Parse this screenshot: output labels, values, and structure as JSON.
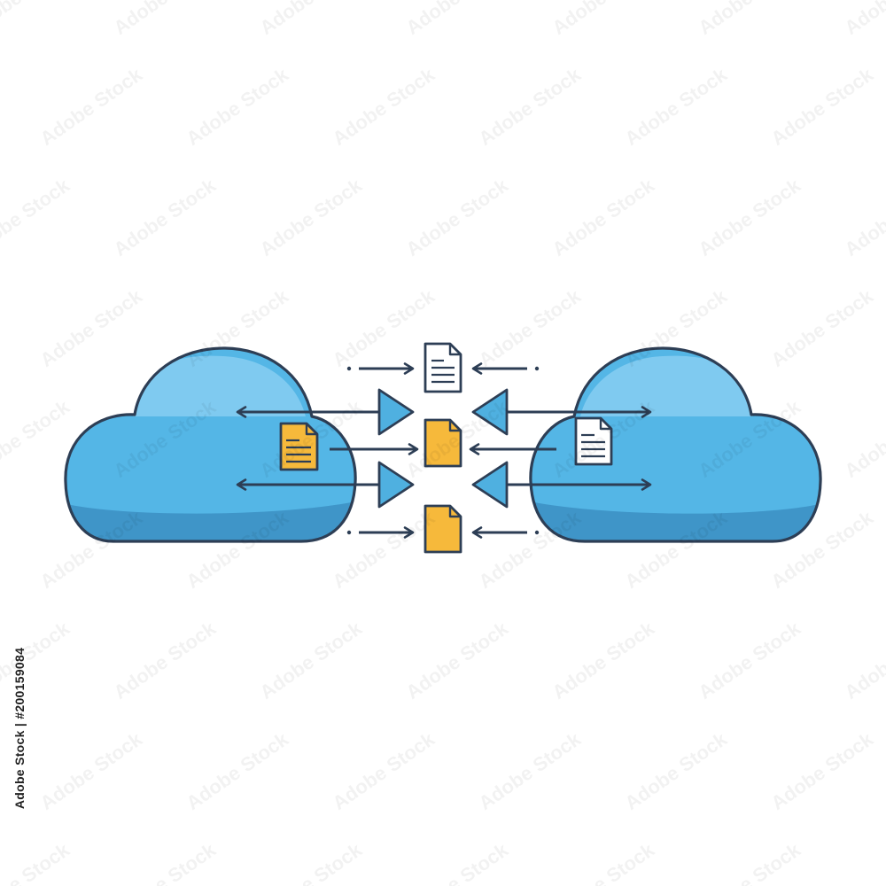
{
  "illustration": {
    "subject": "cloud-to-cloud file transfer",
    "stock_id": "Adobe Stock | #200159084",
    "watermark": "Adobe Stock",
    "colors": {
      "background": "#ffffff",
      "outline": "#2d3e55",
      "cloud_fill": "#54b6e6",
      "cloud_highlight": "#8ad0f2",
      "cloud_shadow": "#3f95c8",
      "document_yellow": "#f6b93b",
      "document_white": "#ffffff",
      "play_triangle": "#4fb0e0"
    },
    "icons": [
      "cloud-icon",
      "document-icon",
      "arrow-right-icon",
      "arrow-left-icon",
      "double-arrow-icon",
      "triangle-play-icon"
    ]
  }
}
